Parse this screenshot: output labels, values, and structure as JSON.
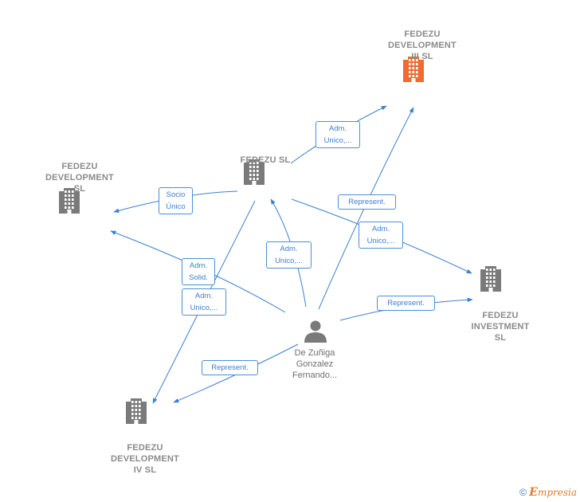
{
  "companies": [
    {
      "id": "fedezu-development-iii",
      "lines": [
        "FEDEZU",
        "DEVELOPMENT",
        "III  SL"
      ],
      "highlight": true
    },
    {
      "id": "fedezu-sl",
      "lines": [
        "FEDEZU  SL"
      ],
      "highlight": false
    },
    {
      "id": "fedezu-development",
      "lines": [
        "FEDEZU",
        "DEVELOPMENT",
        "SL"
      ],
      "highlight": false
    },
    {
      "id": "fedezu-investment",
      "lines": [
        "FEDEZU",
        "INVESTMENT",
        "SL"
      ],
      "highlight": false
    },
    {
      "id": "fedezu-development-iv",
      "lines": [
        "FEDEZU",
        "DEVELOPMENT",
        "IV  SL"
      ],
      "highlight": false
    }
  ],
  "person": {
    "lines": [
      "De Zuñiga",
      "Gonzalez",
      "Fernando..."
    ]
  },
  "edges": [
    {
      "label": [
        "Adm.",
        "Unico,..."
      ],
      "from": "fedezu-sl",
      "to": "fedezu-development-iii"
    },
    {
      "label": [
        "Socio",
        "Único"
      ],
      "from": "fedezu-sl",
      "to": "fedezu-development"
    },
    {
      "label": [
        "Represent."
      ],
      "from": "person",
      "to": "fedezu-development-iii"
    },
    {
      "label": [
        "Adm.",
        "Unico,..."
      ],
      "from": "fedezu-sl",
      "to": "fedezu-investment"
    },
    {
      "label": [
        "Adm.",
        "Unico,..."
      ],
      "from": "person",
      "to": "fedezu-sl"
    },
    {
      "label": [
        "Adm.",
        "Solid."
      ],
      "from": "person",
      "to": "fedezu-development"
    },
    {
      "label": [
        "Adm.",
        "Unico,..."
      ],
      "from": "fedezu-sl",
      "to": "fedezu-development-iv"
    },
    {
      "label": [
        "Represent."
      ],
      "from": "person",
      "to": "fedezu-investment"
    },
    {
      "label": [
        "Represent."
      ],
      "from": "person",
      "to": "fedezu-development-iv"
    }
  ],
  "colors": {
    "edge": "#3b7fd0",
    "building": "#7a7a7a",
    "highlight": "#f26a2e"
  },
  "footer": {
    "copyright": "©",
    "brand": "mpresia",
    "brand_initial": "E"
  }
}
